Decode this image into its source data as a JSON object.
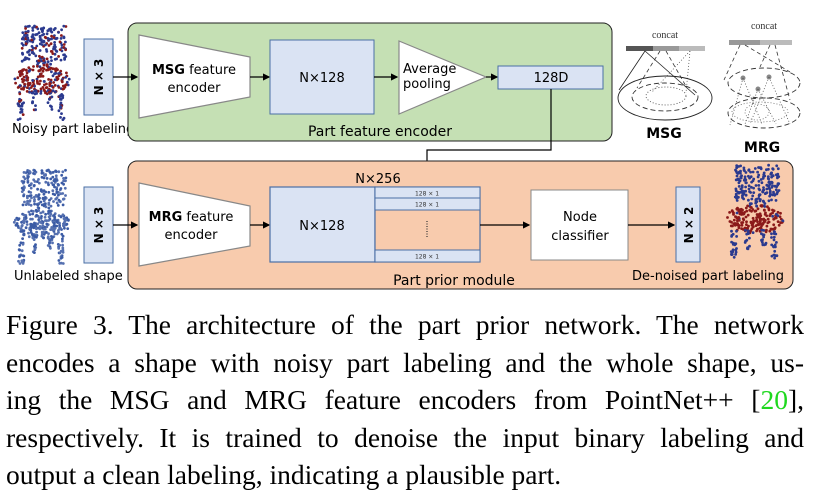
{
  "top_row": {
    "input_label": "Noisy part labeling",
    "input_dims": "N × 3",
    "encoder_bold": "MSG",
    "encoder_rest": " feature",
    "encoder_line2": "encoder",
    "features": "N×128",
    "pooling_line1": "Average",
    "pooling_line2": "pooling",
    "vector": "128D",
    "module_label": "Part feature encoder"
  },
  "bottom_row": {
    "input_label": "Unlabeled shape",
    "input_dims": "N × 3",
    "encoder_bold": "MRG",
    "encoder_rest": " feature",
    "encoder_line2": "encoder",
    "features": "N×128",
    "concat_title": "N×256",
    "concat_rows": [
      "128 × 1",
      "128 × 1",
      "128 × 1"
    ],
    "classifier_line1": "Node",
    "classifier_line2": "classifier",
    "output_dims": "N × 2",
    "output_label": "De-noised part labeling",
    "module_label": "Part prior module"
  },
  "insets": {
    "msg": {
      "concat": "concat",
      "label": "MSG"
    },
    "mrg": {
      "concat": "concat",
      "label": "MRG"
    }
  },
  "colors": {
    "green_module": "#c5e0b4",
    "orange_module": "#f8cbad",
    "blue_box": "#dae3f3",
    "blue_border": "#4a6fa5",
    "point_blue": "#2b3a8f",
    "point_red": "#8b1a1a",
    "citation": "#1ed81e"
  },
  "caption": {
    "lines": [
      "Figure 3. The architecture of the part prior network. The network",
      "encodes a shape with noisy part labeling and the whole shape, us-",
      "ing the MSG and MRG feature encoders from PointNet++ ",
      "respectively. It is trained to denoise the input binary labeling and",
      "output a clean labeling, indicating a plausible part."
    ],
    "citation_open": "[",
    "citation_number": "20",
    "citation_close": "],"
  }
}
